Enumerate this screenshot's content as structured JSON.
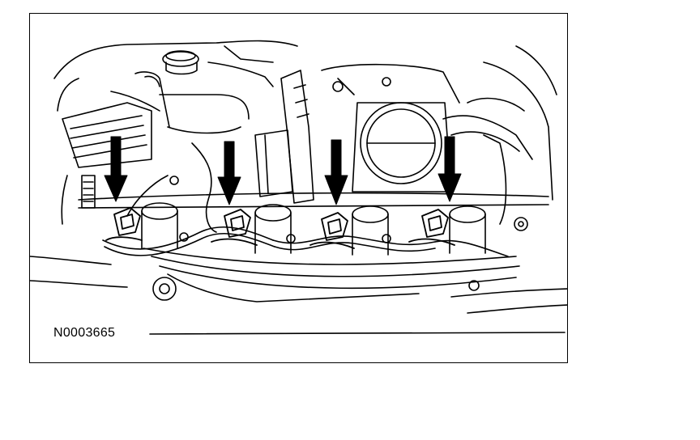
{
  "figure": {
    "id_label": "N0003665",
    "line_color": "#000000",
    "background_color": "#ffffff",
    "callouts": [
      {
        "name": "coil-1",
        "target": "ignition-coil-connector"
      },
      {
        "name": "coil-2",
        "target": "ignition-coil-connector"
      },
      {
        "name": "coil-3",
        "target": "ignition-coil-connector"
      },
      {
        "name": "coil-4",
        "target": "ignition-coil-connector"
      }
    ]
  }
}
